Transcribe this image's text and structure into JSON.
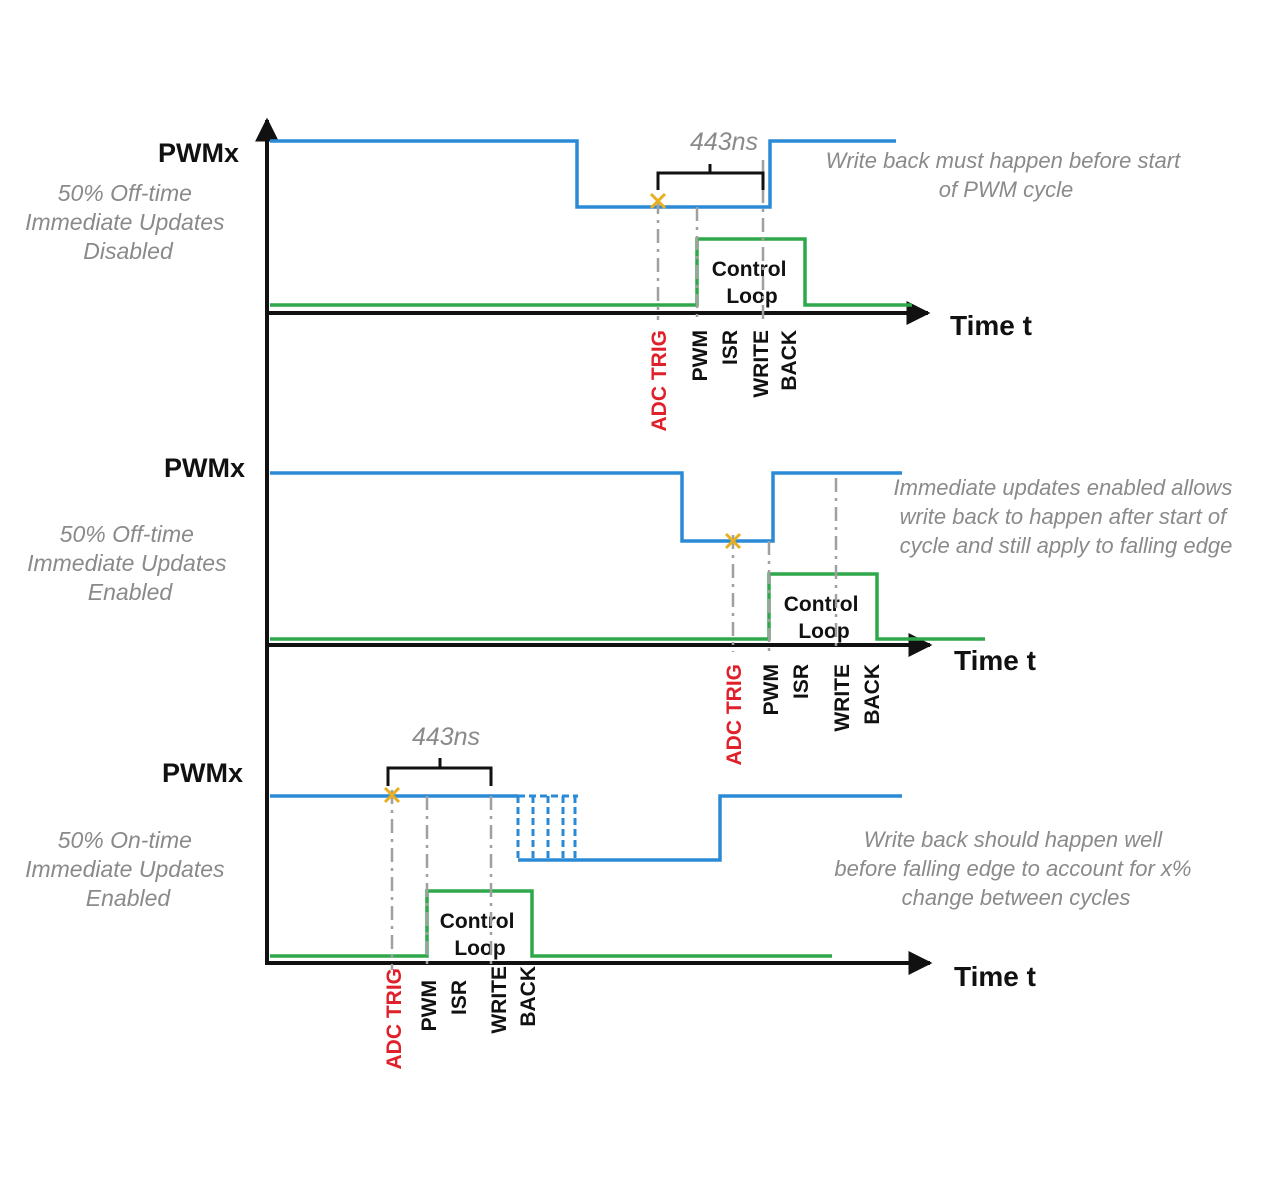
{
  "axis_label": "Time t",
  "panels": [
    {
      "signal_label": "PWMx",
      "description": [
        "50% Off-time",
        "Immediate Updates",
        "Disabled"
      ],
      "note": [
        "Write back must happen before start",
        "of PWM cycle"
      ],
      "duration_label": "443ns",
      "control_box": [
        "Control",
        "Loop"
      ],
      "events": [
        {
          "label": "ADC TRIG",
          "color": "#e0202a"
        },
        {
          "label": "PWM",
          "color": "#111111"
        },
        {
          "label": "ISR",
          "color": "#111111"
        },
        {
          "label": "WRITE",
          "color": "#111111"
        },
        {
          "label": "BACK",
          "color": "#111111"
        }
      ]
    },
    {
      "signal_label": "PWMx",
      "description": [
        "50% Off-time",
        "Immediate Updates",
        "Enabled"
      ],
      "note": [
        "Immediate updates enabled  allows",
        "write back to happen after start of",
        "cycle and still apply to falling edge"
      ],
      "duration_label": "",
      "control_box": [
        "Control",
        "Loop"
      ],
      "events": [
        {
          "label": "ADC TRIG",
          "color": "#e0202a"
        },
        {
          "label": "PWM",
          "color": "#111111"
        },
        {
          "label": "ISR",
          "color": "#111111"
        },
        {
          "label": "WRITE",
          "color": "#111111"
        },
        {
          "label": "BACK",
          "color": "#111111"
        }
      ]
    },
    {
      "signal_label": "PWMx",
      "description": [
        "50% On-time",
        "Immediate Updates",
        "Enabled"
      ],
      "note": [
        "Write back should happen well",
        "before falling edge to account for x%",
        "change between cycles"
      ],
      "duration_label": "443ns",
      "control_box": [
        "Control",
        "Loop"
      ],
      "events": [
        {
          "label": "ADC TRIG",
          "color": "#e0202a"
        },
        {
          "label": "PWM",
          "color": "#111111"
        },
        {
          "label": "ISR",
          "color": "#111111"
        },
        {
          "label": "WRITE",
          "color": "#111111"
        },
        {
          "label": "BACK",
          "color": "#111111"
        }
      ]
    }
  ],
  "colors": {
    "pwm_signal": "#2a8ad6",
    "control_signal": "#2ea84a",
    "adc_trigger": "#e0202a",
    "annotation_text": "#8a8a8a"
  }
}
